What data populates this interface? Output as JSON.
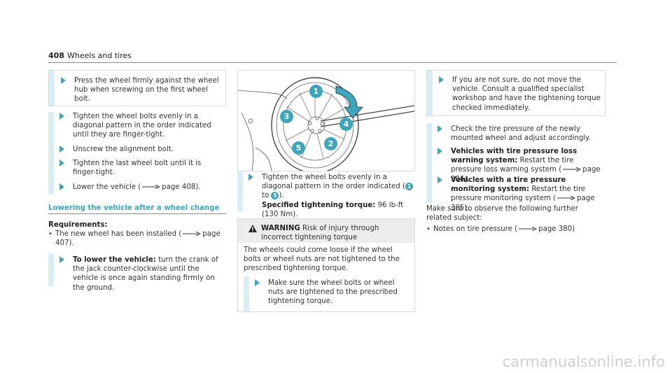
{
  "header": {
    "page_number": "408",
    "title": "Wheels and tires"
  },
  "col1": {
    "box_step": "Press the wheel firmly against the wheel hub when screwing on the first wheel bolt.",
    "step1": "Tighten the wheel bolts evenly in a diagonal pattern in the order indicated until they are finger-tight.",
    "step2": "Unscrew the alignment bolt.",
    "step3": "Tighten the last wheel bolt until it is finger-tight.",
    "step4_pre": "Lower the vehicle (",
    "step4_page": "page 408).",
    "section_title": "Lowering the vehicle after a wheel change",
    "req_label": "Requirements:",
    "req_item_pre": "The new wheel has been installed (",
    "req_item_page": "page 407).",
    "lower_label": "To lower the vehicle:",
    "lower_text": " turn the crank of the jack counter-clockwise until the vehicle is once again standing firmly on the ground."
  },
  "col2": {
    "diagram_labels": [
      "1",
      "2",
      "3",
      "4",
      "5"
    ],
    "step_pre": "Tighten the wheel bolts evenly in a diagonal pattern in the order indicated (",
    "step_from": "1",
    "step_to_word": " to ",
    "step_to": "5",
    "step_close": ").",
    "torque_label": "Specified tightening torque:",
    "torque_value": " 96 lb-ft (130 Nm).",
    "warning_label": "WARNING",
    "warning_text": " Risk of injury through incorrect tightening torque",
    "warning_body": "The wheels could come loose if the wheel bolts or wheel nuts are not tightened to the prescribed tightening torque.",
    "warning_step": "Make sure the wheel bolts or wheel nuts are tightened to the prescribed tightening torque."
  },
  "col3": {
    "box_step": "If you are not sure, do not move the vehicle. Consult a qualified specialist workshop and have the tightening torque checked immediately.",
    "step1": "Check the tire pressure of the newly mounted wheel and adjust accordingly.",
    "step2_label": "Vehicles with tire pressure loss warning system:",
    "step2_pre": " Restart the tire pressure loss warning system (",
    "step2_page": "page 386).",
    "step3_label": "Vehicles with a tire pressure monitoring system:",
    "step3_pre": " Restart the tire pressure monitoring system (",
    "step3_page": "page 385).",
    "further": "Make sure to observe the following further related subject:",
    "bullet_pre": "Notes on tire pressure (",
    "bullet_page": "page 380)"
  },
  "footer": {
    "watermark": "carmanualsonline.info"
  },
  "colors": {
    "accent": "#3aa6bd",
    "bar": "#d9eef3"
  }
}
